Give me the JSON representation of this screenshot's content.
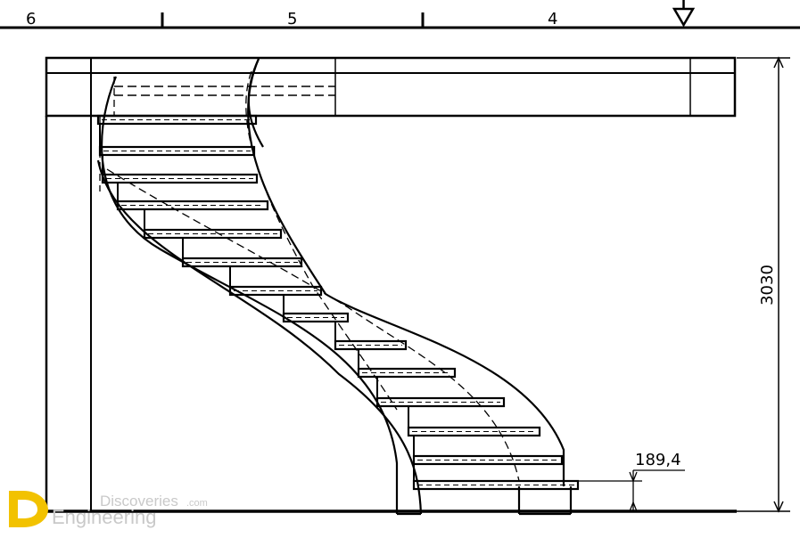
{
  "axis_labels": [
    "6",
    "5",
    "4"
  ],
  "dimensions": {
    "total_height": "3030",
    "step_rise": "189,4"
  },
  "watermark": {
    "line1": "Discoveries",
    "line1_suffix": ".com",
    "line2": "Engineering",
    "accent_color": "#f2c200"
  },
  "colors": {
    "line": "#000000"
  },
  "stair": {
    "step_count": 14
  }
}
